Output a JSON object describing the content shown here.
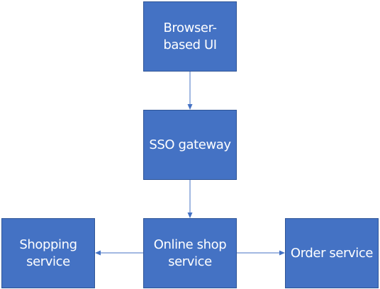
{
  "colors": {
    "node_fill": "#4472c4",
    "node_border": "#2f5597",
    "node_text": "#ffffff",
    "connector": "#4472c4",
    "background": "#ffffff"
  },
  "nodes": {
    "browser_ui": "Browser-based UI",
    "sso_gateway": "SSO gateway",
    "online_shop": "Online shop service",
    "shopping": "Shopping service",
    "order": "Order service"
  },
  "edges": [
    {
      "from": "browser_ui",
      "to": "sso_gateway"
    },
    {
      "from": "sso_gateway",
      "to": "online_shop"
    },
    {
      "from": "online_shop",
      "to": "shopping"
    },
    {
      "from": "online_shop",
      "to": "order"
    }
  ]
}
